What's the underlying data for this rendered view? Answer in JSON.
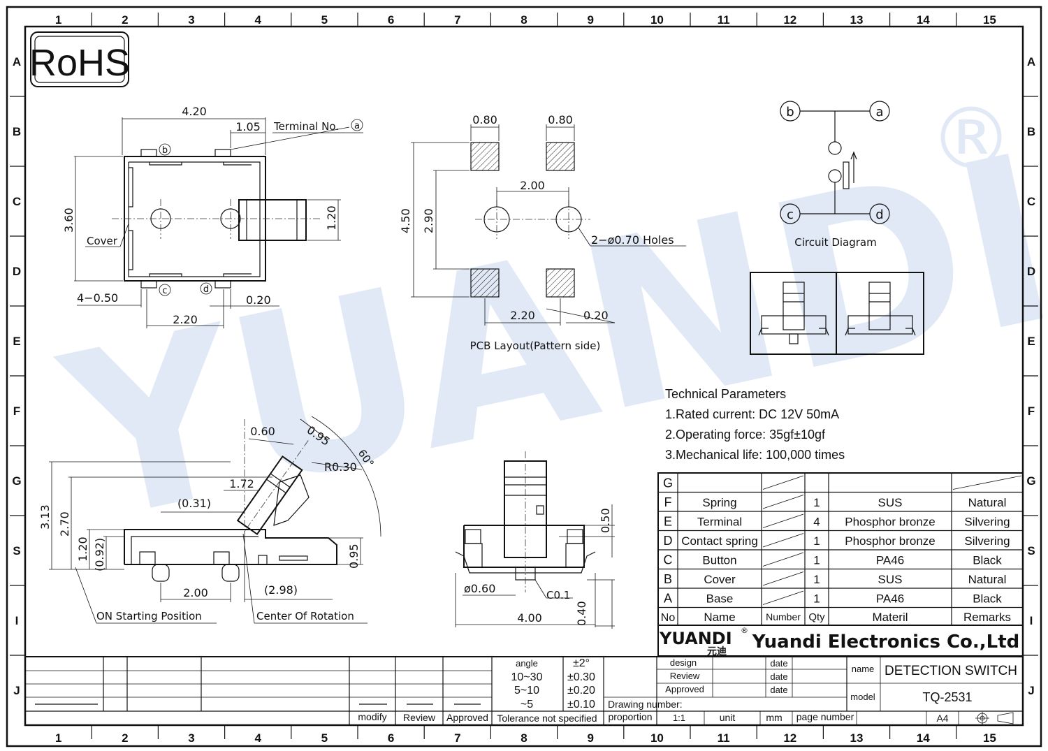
{
  "border": {
    "columns": [
      "1",
      "2",
      "3",
      "4",
      "5",
      "6",
      "7",
      "8",
      "9",
      "10",
      "11",
      "12",
      "13",
      "14",
      "15"
    ],
    "rows": [
      "A",
      "B",
      "C",
      "D",
      "E",
      "F",
      "G",
      "S",
      "I",
      "J"
    ]
  },
  "logo": {
    "rohs": "RoHS",
    "watermark": "YUANDI",
    "registered": "®"
  },
  "top_view": {
    "dims": {
      "width": "4.20",
      "height": "3.60",
      "terminal_offset": "1.05",
      "button": "1.20",
      "terminal_w": "4−0.50",
      "pitch": "2.20",
      "gap": "0.20"
    },
    "labels": {
      "terminal_no": "Terminal No.",
      "cover": "Cover",
      "a": "a",
      "b": "b",
      "c": "c",
      "d": "d"
    }
  },
  "pcb": {
    "dims": {
      "pad_w1": "0.80",
      "pad_w2": "0.80",
      "hole_pitch": "2.00",
      "outer_h": "4.50",
      "inner_h": "2.90",
      "pad_pitch": "2.20",
      "pad_gap": "0.20"
    },
    "holes_label": "2−ø0.70  Holes",
    "caption": "PCB  Layout(Pattern  side)"
  },
  "circuit": {
    "caption": "Circuit  Diagram",
    "nodes": [
      "b",
      "a",
      "c",
      "d"
    ]
  },
  "side_view": {
    "dims": {
      "d060": "0.60",
      "d095": "0.95",
      "r030": "R0.30",
      "angle": "60°",
      "d172": "1.72",
      "d031": "(0.31)",
      "d313": "3.13",
      "d270": "2.70",
      "d120": "1.20",
      "d092": "(0.92)",
      "d095b": "0.95",
      "d200": "2.00",
      "d298": "(2.98)"
    },
    "labels": {
      "on_start": "ON  Starting  Position",
      "center_rot": "Center  Of  Rotation"
    }
  },
  "front_view": {
    "dims": {
      "d050": "0.50",
      "d060": "ø0.60",
      "c01": "C0.1",
      "d400": "4.00",
      "d040": "0.40"
    }
  },
  "tech": {
    "title": "Technical Parameters",
    "items": [
      "1.Rated current: DC 12V 50mA",
      "2.Operating force: 35gf±10gf",
      "3.Mechanical life: 100,000 times"
    ]
  },
  "bom": {
    "headers": {
      "no": "No",
      "name": "Name",
      "number": "Number",
      "qty": "Qty",
      "material": "Materil",
      "remarks": "Remarks"
    },
    "rows": [
      {
        "no": "G",
        "name": "",
        "qty": "",
        "material": "",
        "remarks": ""
      },
      {
        "no": "F",
        "name": "Spring",
        "qty": "1",
        "material": "SUS",
        "remarks": "Natural"
      },
      {
        "no": "E",
        "name": "Terminal",
        "qty": "4",
        "material": "Phosphor bronze",
        "remarks": "Silvering"
      },
      {
        "no": "D",
        "name": "Contact spring",
        "qty": "1",
        "material": "Phosphor bronze",
        "remarks": "Silvering"
      },
      {
        "no": "C",
        "name": "Button",
        "qty": "1",
        "material": "PA46",
        "remarks": "Black"
      },
      {
        "no": "B",
        "name": "Cover",
        "qty": "1",
        "material": "SUS",
        "remarks": "Natural"
      },
      {
        "no": "A",
        "name": "Base",
        "qty": "1",
        "material": "PA46",
        "remarks": "Black"
      }
    ]
  },
  "title_block": {
    "brand": "YUANDI",
    "brand_cn": "元迪",
    "company": "Yuandi Electronics Co.,Ltd",
    "design": "design",
    "review": "Review",
    "approved": "Approved",
    "date": "date",
    "name_label": "name",
    "name_value": "DETECTION SWITCH",
    "model_label": "model",
    "model_value": "TQ-2531",
    "drawing_number": "Drawing number:",
    "proportion": "proportion",
    "scale": "1:1",
    "unit": "unit",
    "unit_value": "mm",
    "page_number": "page number",
    "size": "A4",
    "tolerance": [
      {
        "range": "angle",
        "tol": "±2°"
      },
      {
        "range": "10~30",
        "tol": "±0.30"
      },
      {
        "range": "5~10",
        "tol": "±0.20"
      },
      {
        "range": "~5",
        "tol": "±0.10"
      }
    ],
    "tolerance_note": "Tolerance not specified",
    "revision": {
      "modify": "modify",
      "review": "Review",
      "approved": "Approved"
    }
  }
}
